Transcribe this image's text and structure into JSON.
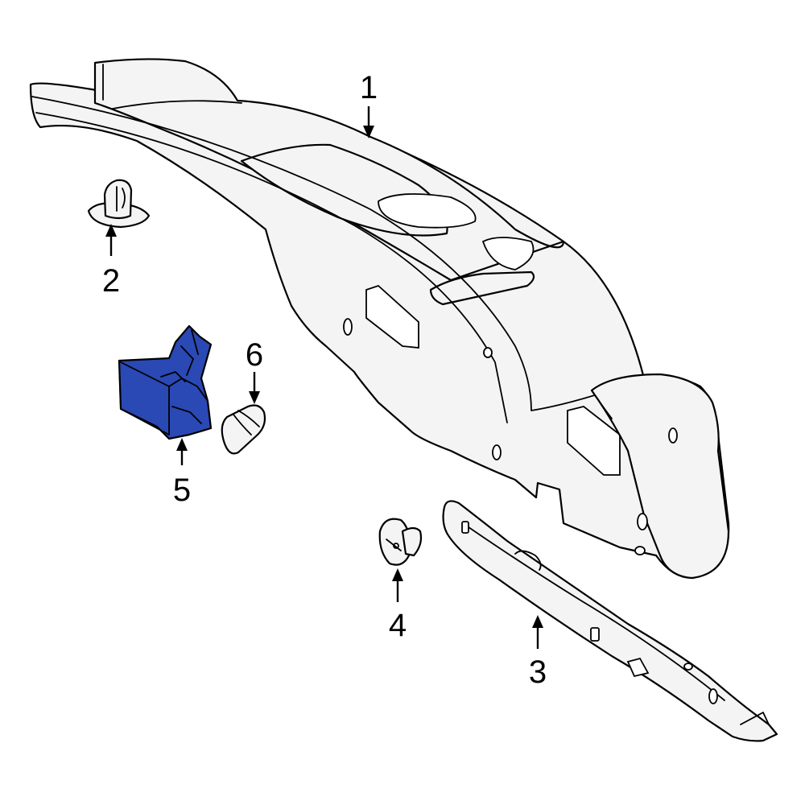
{
  "colors": {
    "highlight": "#2a49b5",
    "outline": "#000000",
    "part_fill": "#f4f4f4",
    "background": "#ffffff"
  },
  "callouts": [
    {
      "id": "1",
      "label": "1"
    },
    {
      "id": "2",
      "label": "2"
    },
    {
      "id": "3",
      "label": "3"
    },
    {
      "id": "4",
      "label": "4"
    },
    {
      "id": "5",
      "label": "5",
      "highlighted": true
    },
    {
      "id": "6",
      "label": "6"
    }
  ]
}
